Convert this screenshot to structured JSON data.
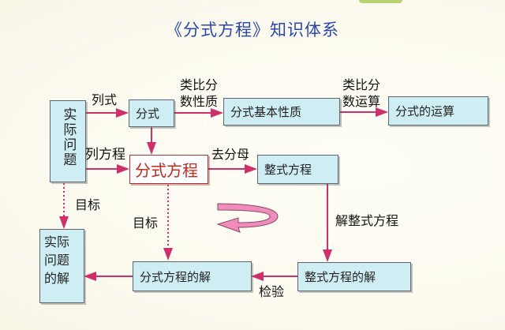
{
  "title": "《分式方程》知识体系",
  "colors": {
    "title": "#2a46b0",
    "box_fill": "#cfeef4",
    "arrow": "#d0306a",
    "highlight_text": "#c2281c",
    "curved_arrow_fill": "#f08cbc"
  },
  "nodes": {
    "real_problem": "实际问题",
    "fraction": "分式",
    "fraction_basic_property": "分式基本性质",
    "fraction_operations": "分式的运算",
    "fractional_equation": "分式方程",
    "integral_equation": "整式方程",
    "real_problem_solution": "实际\n问题\n的解",
    "fractional_equation_solution": "分式方程的解",
    "integral_equation_solution": "整式方程的解"
  },
  "edges": {
    "list_expression": "列式",
    "list_equation": "列方程",
    "analogy_fraction_property": "类比分\n数性质",
    "analogy_fraction_operations": "类比分\n数运算",
    "remove_denominator": "去分母",
    "solve_integral_equation": "解整式方程",
    "check": "检验",
    "goal_left": "目标",
    "goal_middle": "目标"
  },
  "icons": {
    "curved_arrow": "curved-return-arrow"
  }
}
